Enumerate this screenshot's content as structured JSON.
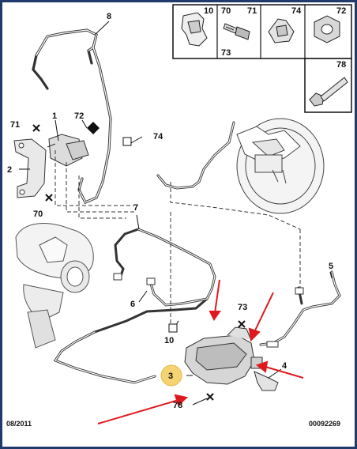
{
  "diagram": {
    "parts_box_top": [
      "10",
      "70",
      "71",
      "74",
      "72",
      "73"
    ],
    "parts_box_bottom": "78",
    "callouts": {
      "n1": "1",
      "n2": "2",
      "n3": "3",
      "n4": "4",
      "n5": "5",
      "n6": "6",
      "n7": "7",
      "n8": "8",
      "n10": "10",
      "n70": "70",
      "n71": "71",
      "n72": "72",
      "n73": "73",
      "n74": "74",
      "n78": "78"
    },
    "footer_date": "08/2011",
    "footer_code": "00092269",
    "colors": {
      "frame": "#1f3a6b",
      "arrow": "#e0191e",
      "highlight": "#f5d272",
      "line": "#111111"
    }
  }
}
